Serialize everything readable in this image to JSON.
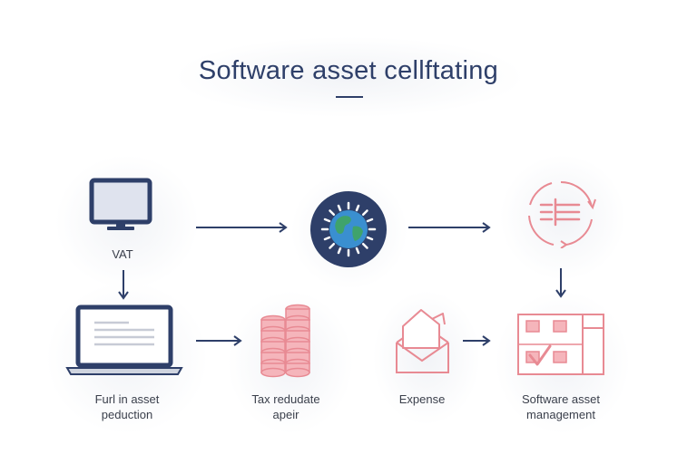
{
  "title": "Software asset cellftating",
  "nodes": {
    "vat": {
      "label": "VAT",
      "icon": "monitor-icon"
    },
    "globe": {
      "icon": "globe-icon"
    },
    "report": {
      "icon": "document-cycle-icon"
    },
    "laptop": {
      "label_line1": "Furl in asset",
      "label_line2": "peduction",
      "icon": "laptop-icon"
    },
    "coins": {
      "label_line1": "Tax redudate",
      "label_line2": "apeir",
      "icon": "coin-stack-icon"
    },
    "expense": {
      "label": "Expense",
      "icon": "envelope-icon"
    },
    "sam": {
      "label_line1": "Software asset",
      "label_line2": "management",
      "icon": "checklist-grid-icon"
    }
  },
  "colors": {
    "navy": "#2e3f69",
    "pink": "#e88a93",
    "pink_fill": "#f5b5bb",
    "globe_green": "#3fa36b",
    "globe_blue": "#3a8fd0"
  }
}
